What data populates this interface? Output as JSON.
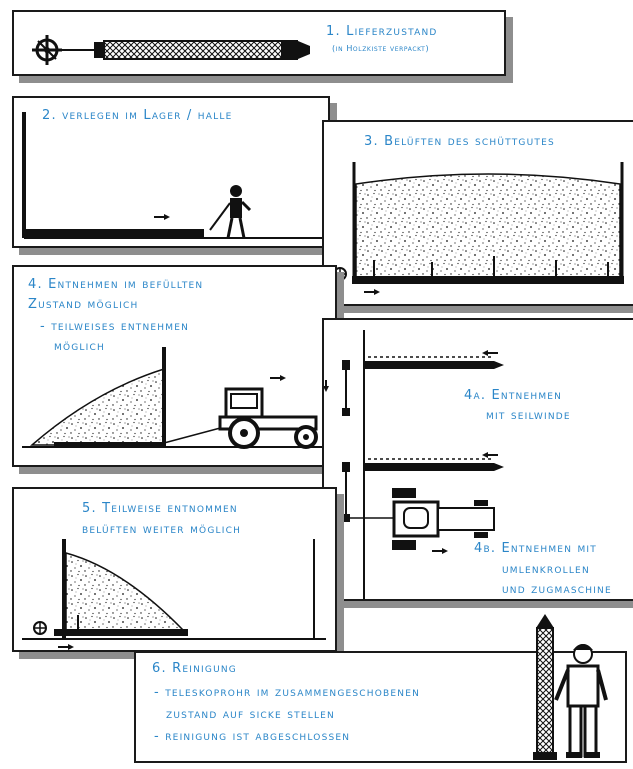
{
  "colors": {
    "caption": "#2b86c8",
    "ink": "#1a1a1a",
    "shadow": "#8e8e8e"
  },
  "steps": {
    "s1": {
      "title": "1. Lieferzustand",
      "note": "(in Holzkiste verpackt)"
    },
    "s2": {
      "title": "2. verlegen im Lager / halle"
    },
    "s3": {
      "title": "3. Belüften des schüttgutes"
    },
    "s4": {
      "line1": "4. Entnehmen im befüllten",
      "line2": "Zustand möglich",
      "line3": "- teilweises entnehmen",
      "line4": "möglich"
    },
    "s4a": {
      "line1": "4a. Entnehmen",
      "line2": "mit seilwinde"
    },
    "s4b": {
      "line1": "4b. Entnehmen mit",
      "line2": "umlenkrollen",
      "line3": "und zugmaschine"
    },
    "s5": {
      "line1": "5. Teilweise entnommen",
      "line2": "belüften weiter möglich"
    },
    "s6": {
      "line1": "6. Reinigung",
      "line2": "- teleskoprohr im zusammengeschobenen",
      "line3": "zustand auf sicke stellen",
      "line4": "- reinigung ist abgeschlossen"
    }
  }
}
